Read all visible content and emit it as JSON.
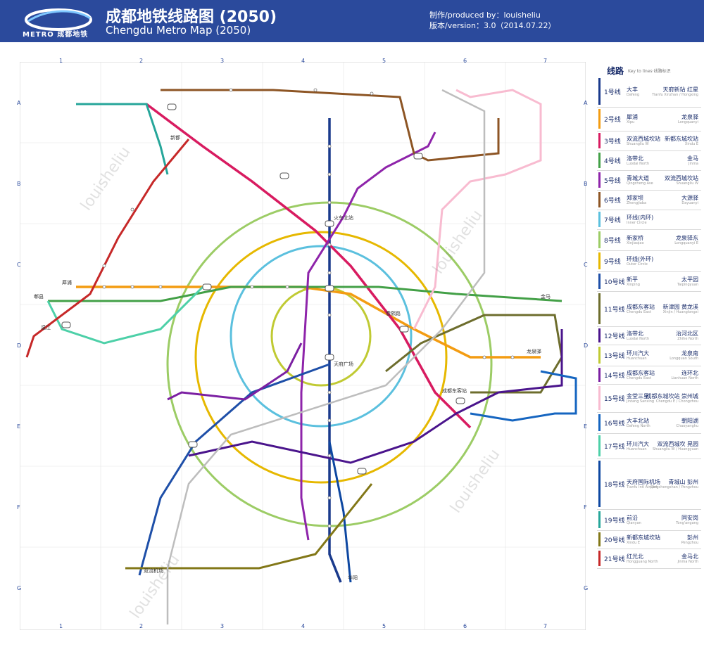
{
  "header": {
    "logo_text": "METRO 成都地铁",
    "title_cn": "成都地铁线路图 (2050)",
    "title_en": "Chengdu Metro Map (2050)",
    "produced_by": "制作/produced by：louisheliu",
    "version": "版本/version：3.0（2014.07.22）"
  },
  "grid": {
    "columns": [
      "1",
      "2",
      "3",
      "4",
      "5",
      "6",
      "7"
    ],
    "rows": [
      "A",
      "B",
      "C",
      "D",
      "E",
      "F",
      "G"
    ]
  },
  "watermark": "louisheliu",
  "legend": {
    "title": "线路",
    "subtitle": "Key to lines·线路标识",
    "lines": [
      {
        "name": "1号线",
        "color": "#1a3a8c",
        "from": "大丰",
        "from_en": "Dafeng",
        "to": "天府新站 红星",
        "to_en": "Tianfu Xinzhan / Hongxing"
      },
      {
        "name": "2号线",
        "color": "#f39c12",
        "from": "犀浦",
        "from_en": "Xipu",
        "to": "龙泉驿",
        "to_en": "Longquanyi"
      },
      {
        "name": "3号线",
        "color": "#d81b60",
        "from": "双流西城坎站",
        "from_en": "Shuangliu W",
        "to": "新都东城坎站",
        "to_en": "Xindu E"
      },
      {
        "name": "4号线",
        "color": "#43a047",
        "from": "洛带北",
        "from_en": "Luodai North",
        "to": "金马",
        "to_en": "Jinma"
      },
      {
        "name": "5号线",
        "color": "#8e24aa",
        "from": "青城大道",
        "from_en": "Qingcheng Ave",
        "to": "双流西城坎站",
        "to_en": "Shuangliu W"
      },
      {
        "name": "6号线",
        "color": "#8d5524",
        "from": "郑家坝",
        "from_en": "Zhengjiaba",
        "to": "大源驿",
        "to_en": "Dayuanyi"
      },
      {
        "name": "7号线",
        "color": "#5bc0de",
        "from": "环线(内环)",
        "from_en": "Inner Circle",
        "to": "",
        "to_en": ""
      },
      {
        "name": "8号线",
        "color": "#9ccc65",
        "from": "新家桥",
        "from_en": "Xinjiaqiao",
        "to": "龙泉驿东",
        "to_en": "Longquanyi E"
      },
      {
        "name": "9号线",
        "color": "#e6b800",
        "from": "环线(外环)",
        "from_en": "Outer Circle",
        "to": "",
        "to_en": ""
      },
      {
        "name": "10号线",
        "color": "#1e4fa8",
        "from": "新平",
        "from_en": "Xinping",
        "to": "太平园",
        "to_en": "Taipingyuan"
      },
      {
        "name": "11号线",
        "color": "#6d6d2d",
        "from": "成都东客站",
        "from_en": "Chengdu East",
        "to": "新津园 黄龙溪",
        "to_en": "Xinjin / Huanglongxi"
      },
      {
        "name": "12号线",
        "color": "#4a148c",
        "from": "洛带北",
        "from_en": "Luodai North",
        "to": "治河北区",
        "to_en": "Zhihe North"
      },
      {
        "name": "13号线",
        "color": "#c0ca33",
        "from": "环川汽大",
        "from_en": "Huanchuan",
        "to": "龙泉南",
        "to_en": "Longquan South"
      },
      {
        "name": "14号线",
        "color": "#7b1fa2",
        "from": "成都东客站",
        "from_en": "Chengdu East",
        "to": "连环北",
        "to_en": "Lianhuan North"
      },
      {
        "name": "15号线",
        "color": "#f8bbd0",
        "from": "金堂三星",
        "from_en": "Jintang Sanxing",
        "to": "成都东城坎站 崇州城",
        "to_en": "Chengdu E / Chongzhou"
      },
      {
        "name": "16号线",
        "color": "#1565c0",
        "from": "大丰北站",
        "from_en": "Dafeng North",
        "to": "朝阳湖",
        "to_en": "Chaoyanghu"
      },
      {
        "name": "17号线",
        "color": "#4dd0a8",
        "from": "环川汽大",
        "from_en": "Huanchuan",
        "to": "双流西城坎 晃园",
        "to_en": "Shuangliu W / Huangyuan"
      },
      {
        "name": "18号线",
        "color": "#0d47a1",
        "from": "天府国际机场",
        "from_en": "Tianfu Intl Airport",
        "to": "青城山 彭州",
        "to_en": "Qingchengshan / Pengzhou"
      },
      {
        "name": "19号线",
        "color": "#26a69a",
        "from": "前沿",
        "from_en": "Qianyan",
        "to": "同安岗",
        "to_en": "Tong'angang"
      },
      {
        "name": "20号线",
        "color": "#827717",
        "from": "新都东城坎站",
        "from_en": "Xindu E",
        "to": "彭州",
        "to_en": "Pengzhou"
      },
      {
        "name": "21号线",
        "color": "#c62828",
        "from": "红光北",
        "from_en": "Hongguang North",
        "to": "金马北",
        "to_en": "Jinma North"
      }
    ]
  },
  "map": {
    "stations": [
      {
        "label": "天府广场",
        "color": "#1a3a8c"
      },
      {
        "label": "春熙路",
        "color": "#f39c12"
      },
      {
        "label": "火车北站",
        "color": "#d81b60"
      },
      {
        "label": "成都东客站",
        "color": "#6d6d2d"
      },
      {
        "label": "犀浦",
        "color": "#f39c12"
      },
      {
        "label": "龙泉驿",
        "color": "#f39c12"
      },
      {
        "label": "郫县",
        "color": "#43a047"
      },
      {
        "label": "华阳",
        "color": "#1a3a8c"
      },
      {
        "label": "双流机场",
        "color": "#1e4fa8"
      },
      {
        "label": "新都",
        "color": "#d81b60"
      },
      {
        "label": "金马",
        "color": "#43a047"
      },
      {
        "label": "温江",
        "color": "#43a047"
      }
    ]
  }
}
